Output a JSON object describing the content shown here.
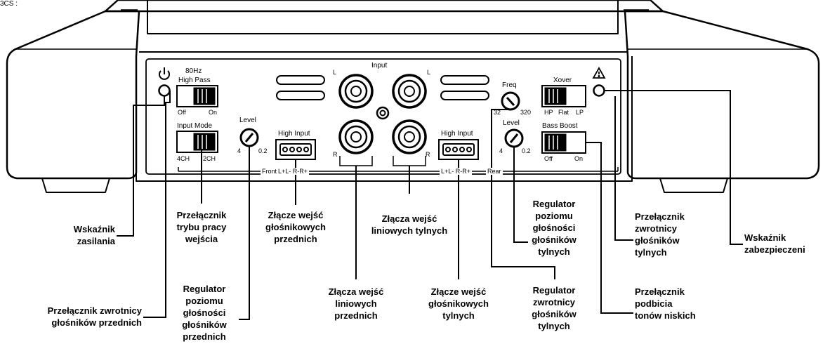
{
  "top_text": "3CS :",
  "panel": {
    "filter_freq": "80Hz",
    "filter_mode": "High Pass",
    "off": "Off",
    "on": "On",
    "input_mode": "Input Mode",
    "ch4": "4CH",
    "ch2": "2CH",
    "level": "Level",
    "level_min": "4",
    "level_max": "0.2",
    "high_input": "High Input",
    "front": "Front",
    "rear": "Rear",
    "speaker_terminals": "L+L- R-R+",
    "input": "Input",
    "left": "L",
    "right": "R",
    "freq": "Freq",
    "freq_min": "32",
    "freq_max": "320",
    "xover": "Xover",
    "hp": "HP",
    "flat": "Flat",
    "lp": "LP",
    "bass_boost": "Bass Boost"
  },
  "captions": {
    "power_indicator": [
      "Wskaźnik",
      "zasilania"
    ],
    "input_mode_switch": [
      "Przełącznik",
      "trybu pracy",
      "wejścia"
    ],
    "front_speaker_inputs": [
      "Złącze wejść",
      "głośnikowych",
      "przednich"
    ],
    "rear_line_inputs": [
      "Złącza wejść",
      "liniowych tylnych"
    ],
    "rear_level": [
      "Regulator",
      "poziomu",
      "głośności",
      "głośników",
      "tylnych"
    ],
    "rear_crossover_switch": [
      "Przełącznik",
      "zwrotnicy",
      "głośników",
      "tylnych"
    ],
    "protection_indicator": [
      "Wskaźnik",
      "zabezpieczeni"
    ],
    "front_crossover_switch": [
      "Przełącznik zwrotnicy",
      "głośników przednich"
    ],
    "front_level": [
      "Regulator",
      "poziomu",
      "głośności",
      "głośników",
      "przednich"
    ],
    "front_line_inputs": [
      "Złącza wejść",
      "liniowych",
      "przednich"
    ],
    "rear_speaker_inputs": [
      "Złącze wejść",
      "głośnikowych",
      "tylnych"
    ],
    "rear_crossover_regulator": [
      "Regulator",
      "zwrotnicy",
      "głośników",
      "tylnych"
    ],
    "bass_boost_switch": [
      "Przełącznik",
      "podbicia",
      "tonów niskich"
    ]
  }
}
